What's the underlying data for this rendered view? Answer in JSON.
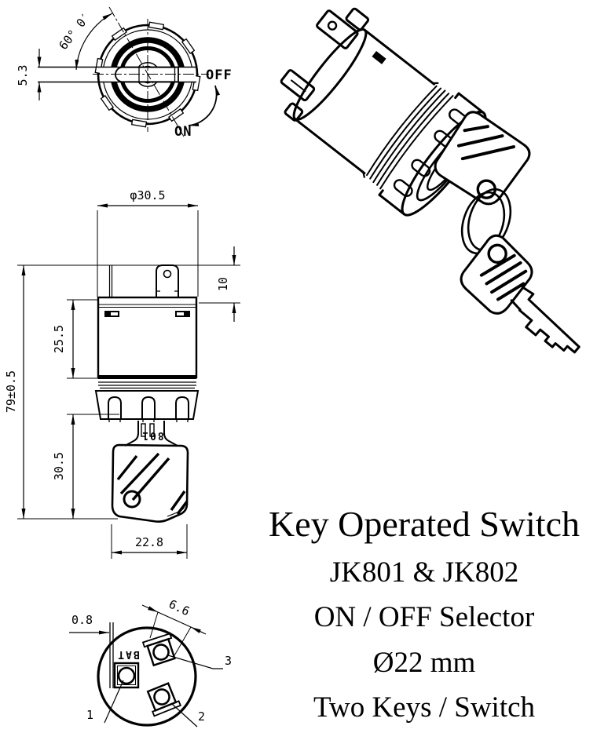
{
  "title_block": {
    "line1": "Key Operated Switch",
    "line2": "JK801 & JK802",
    "line3": "ON / OFF Selector",
    "line4": "Ø22 mm",
    "line5": "Two Keys / Switch"
  },
  "top_view": {
    "angle_label": "60° 0′",
    "slot_height": "5.3",
    "off_label": "OFF",
    "on_label": "ON"
  },
  "front_view": {
    "diameter": "φ30.5",
    "terminal_height": "10",
    "body_height": "25.5",
    "overall_height": "79±0.5",
    "key_height": "30.5",
    "key_width": "22.8",
    "key_stamp": "801"
  },
  "bottom_view": {
    "plate_thickness": "0.8",
    "terminal_width": "6.6",
    "bat_label": "BAT",
    "terminal_1": "1",
    "terminal_2": "2",
    "terminal_3": "3"
  },
  "colors": {
    "line": "#000000",
    "background": "#ffffff"
  }
}
